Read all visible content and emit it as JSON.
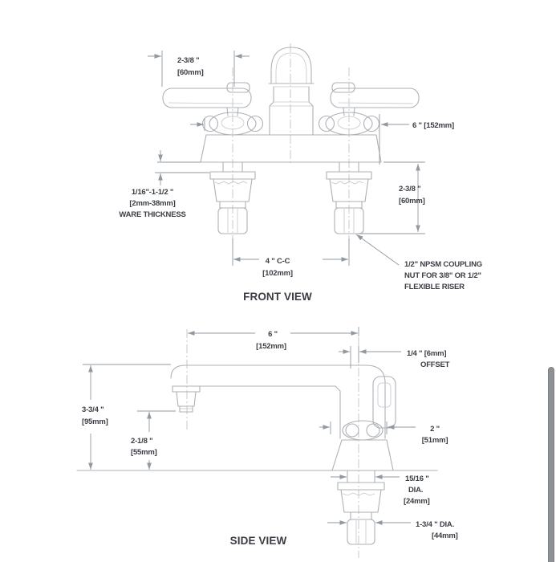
{
  "colors": {
    "background": "#ffffff",
    "drawing_line": "#adb1b6",
    "dimension_line": "#9298a0",
    "text": "#3a3e44",
    "scrollbar_thumb": "#8d9095"
  },
  "front_view": {
    "title": "FRONT VIEW",
    "dims": {
      "handle_width": {
        "value": "2-3/8 \"",
        "metric": "[60mm]"
      },
      "deck_length": {
        "value": "6 \" [152mm]"
      },
      "ware_thickness": {
        "value": "1/16\"-1-1/2 \"",
        "metric": "[2mm-38mm]",
        "label": "WARE THICKNESS"
      },
      "centers": {
        "value": "4 \" C-C",
        "metric": "[102mm]"
      },
      "shank_height": {
        "value": "2-3/8 \"",
        "metric": "[60mm]"
      },
      "coupling_note": {
        "line1": "1/2\" NPSM COUPLING",
        "line2": "NUT FOR 3/8\" OR 1/2\"",
        "line3": "FLEXIBLE RISER"
      }
    }
  },
  "side_view": {
    "title": "SIDE VIEW",
    "dims": {
      "spout_reach": {
        "value": "6 \"",
        "metric": "[152mm]"
      },
      "offset": {
        "value": "1/4 \" [6mm]",
        "label": "OFFSET"
      },
      "deck_height": {
        "value": "3-3/4 \"",
        "metric": "[95mm]"
      },
      "spout_clearance": {
        "value": "2-1/8 \"",
        "metric": "[55mm]"
      },
      "body_width": {
        "value": "2 \"",
        "metric": "[51mm]"
      },
      "shank_dia": {
        "value": "15/16 \"",
        "label": "DIA.",
        "metric": "[24mm]"
      },
      "nut_dia": {
        "value": "1-3/4 \" DIA.",
        "metric": "[44mm]"
      }
    }
  }
}
